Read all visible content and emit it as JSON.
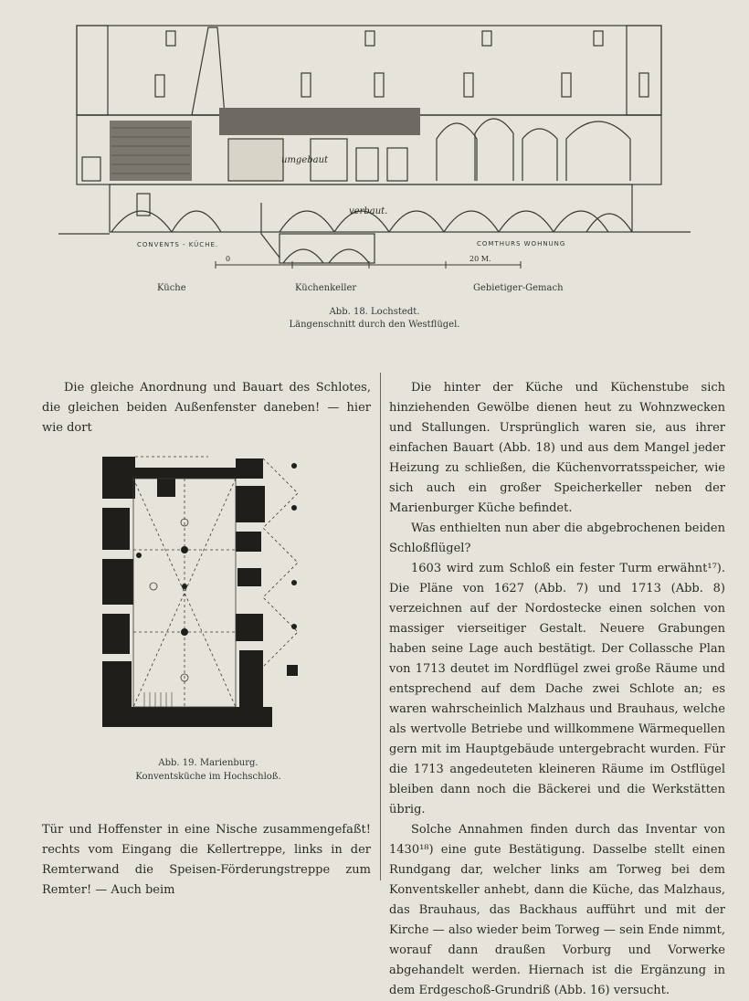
{
  "figure18": {
    "plan_labels": {
      "left": "CONVENTS - KÜCHE.",
      "right": "COMTHURS WOHNUNG",
      "umgebaut": "umgebaut",
      "verbaut": "verbaut.",
      "scale_start": "0",
      "scale_end": "20 M."
    },
    "room_labels": [
      "Küche",
      "Küchenkeller",
      "Gebietiger-Gemach"
    ],
    "caption_line1": "Abb. 18. Lochstedt.",
    "caption_line2": "Längenschnitt durch den Westflügel."
  },
  "figure19": {
    "caption_line1": "Abb. 19. Marienburg.",
    "caption_line2": "Konventsküche im Hochschloß."
  },
  "left_column": {
    "top_text": "Die gleiche Anordnung und Bauart des Schlotes, die gleichen beiden Außenfenster daneben! — hier wie dort",
    "bottom_text": "Tür und Hoffenster in eine Nische zusammengefaßt! rechts vom Eingang die Kellertreppe, links in der Remterwand die Speisen-Förderungstreppe zum Remter! — Auch beim"
  },
  "right_column": {
    "p1": "Die hinter der Küche und Küchenstube sich hinziehenden Gewölbe dienen heut zu Wohnzwecken und Stallungen. Ursprünglich waren sie, aus ihrer einfachen Bauart (Abb. 18) und aus dem Mangel jeder Heizung zu schließen, die Küchenvorratsspeicher, wie sich auch ein großer Speicherkeller neben der Marienburger Küche befindet.",
    "p2": "Was enthielten nun aber die abgebrochenen beiden Schloßflügel?",
    "p3": "1603 wird zum Schloß ein fester Turm erwähnt¹⁷). Die Pläne von 1627 (Abb. 7) und 1713 (Abb. 8) verzeichnen auf der Nordostecke einen solchen von massiger vierseitiger Gestalt. Neuere Grabungen haben seine Lage auch bestätigt. Der Collassche Plan von 1713 deutet im Nordflügel zwei große Räume und entsprechend auf dem Dache zwei Schlote an; es waren wahrscheinlich Malzhaus und Brauhaus, welche als wertvolle Betriebe und willkommene Wärmequellen gern mit im Hauptgebäude untergebracht wurden. Für die 1713 angedeuteten kleineren Räume im Ostflügel bleiben dann noch die Bäckerei und die Werkstätten übrig.",
    "p4": "Solche Annahmen finden durch das Inventar von 1430¹⁸) eine gute Bestätigung. Dasselbe stellt einen Rundgang dar, welcher links am Torweg bei dem Konventskeller anhebt, dann die Küche, das Malzhaus, das Brauhaus, das Backhaus aufführt und mit der Kirche — also wieder beim Torweg — sein Ende nimmt, worauf dann draußen Vorburg und Vorwerke abgehandelt werden. Hiernach ist die Ergänzung in dem Erdgeschoß-Grundriß (Abb. 16) versucht."
  }
}
